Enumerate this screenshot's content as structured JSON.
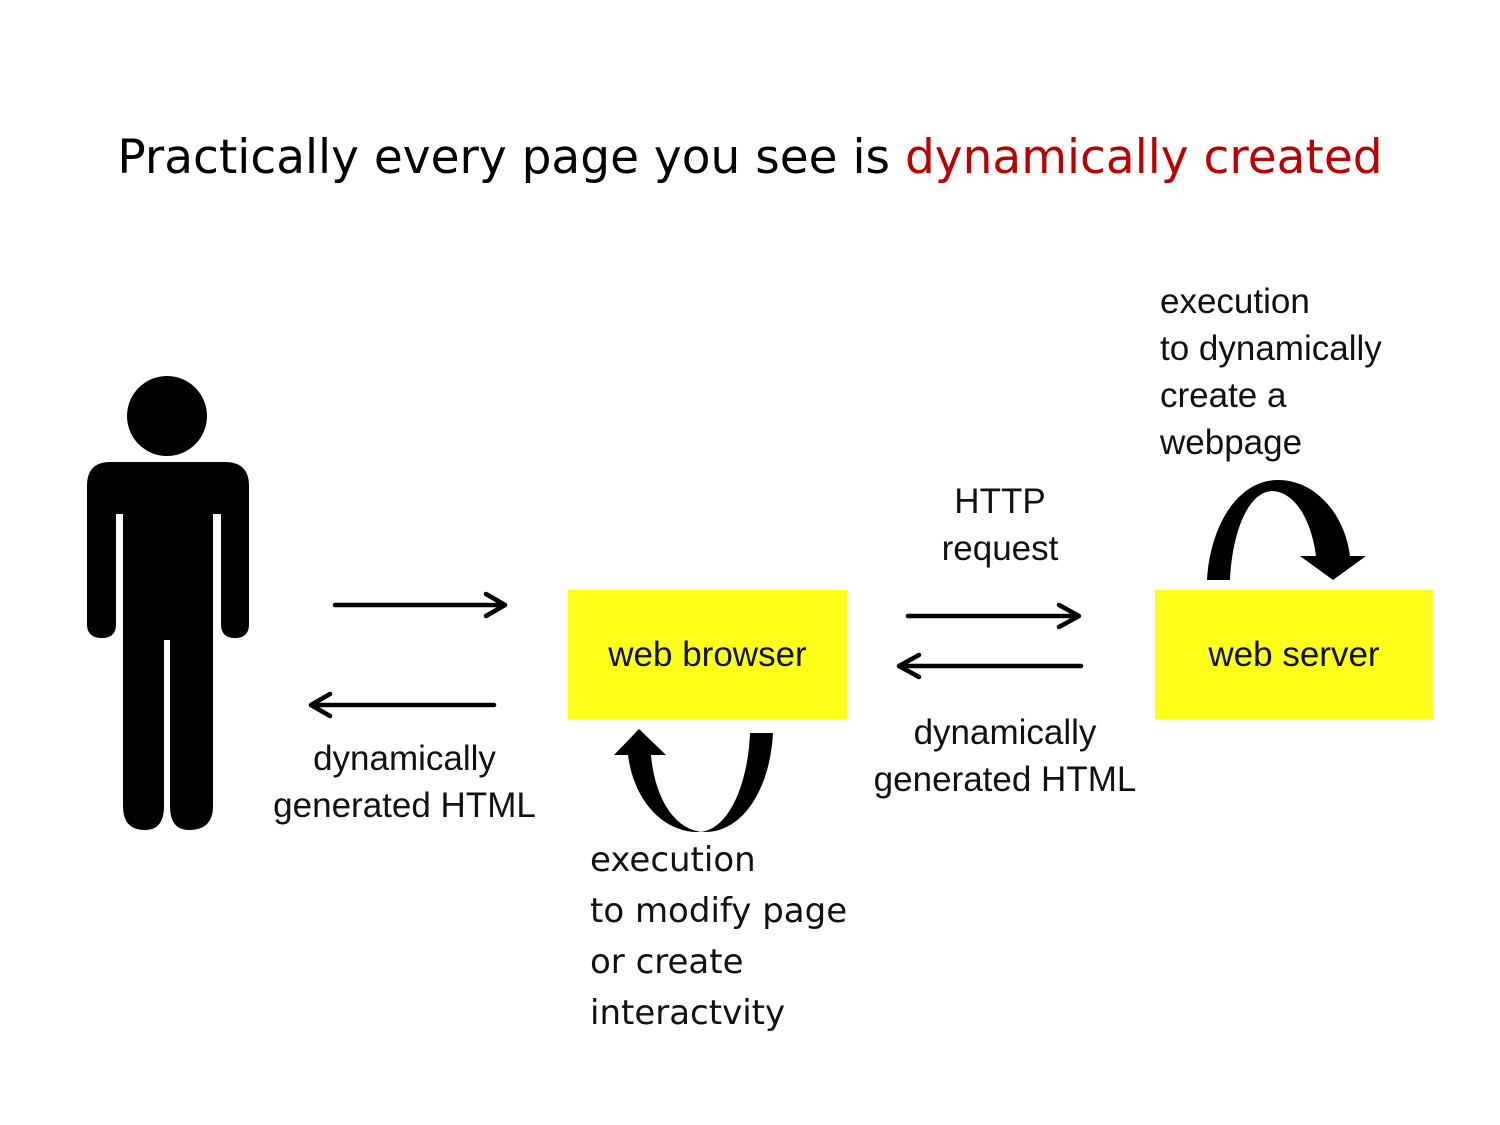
{
  "slide": {
    "title_plain": "Practically every page you see is ",
    "title_highlight": "dynamically created"
  },
  "diagram": {
    "browser_box": {
      "label": "web browser"
    },
    "server_box": {
      "label": "web server"
    },
    "user_return_label": [
      "dynamically",
      "generated HTML"
    ],
    "http_request_label": [
      "HTTP",
      "request"
    ],
    "server_return_label": [
      "dynamically",
      "generated HTML"
    ],
    "server_execution_label": [
      "execution",
      "to dynamically",
      "create a",
      "webpage"
    ],
    "browser_execution_label": [
      "execution",
      "to modify page",
      "or create",
      "interactvity"
    ]
  },
  "colors": {
    "title_accent": "#c00000",
    "box_fill": "#ffff1a",
    "figure": "#000000"
  },
  "icons": {
    "person": "person-icon"
  }
}
